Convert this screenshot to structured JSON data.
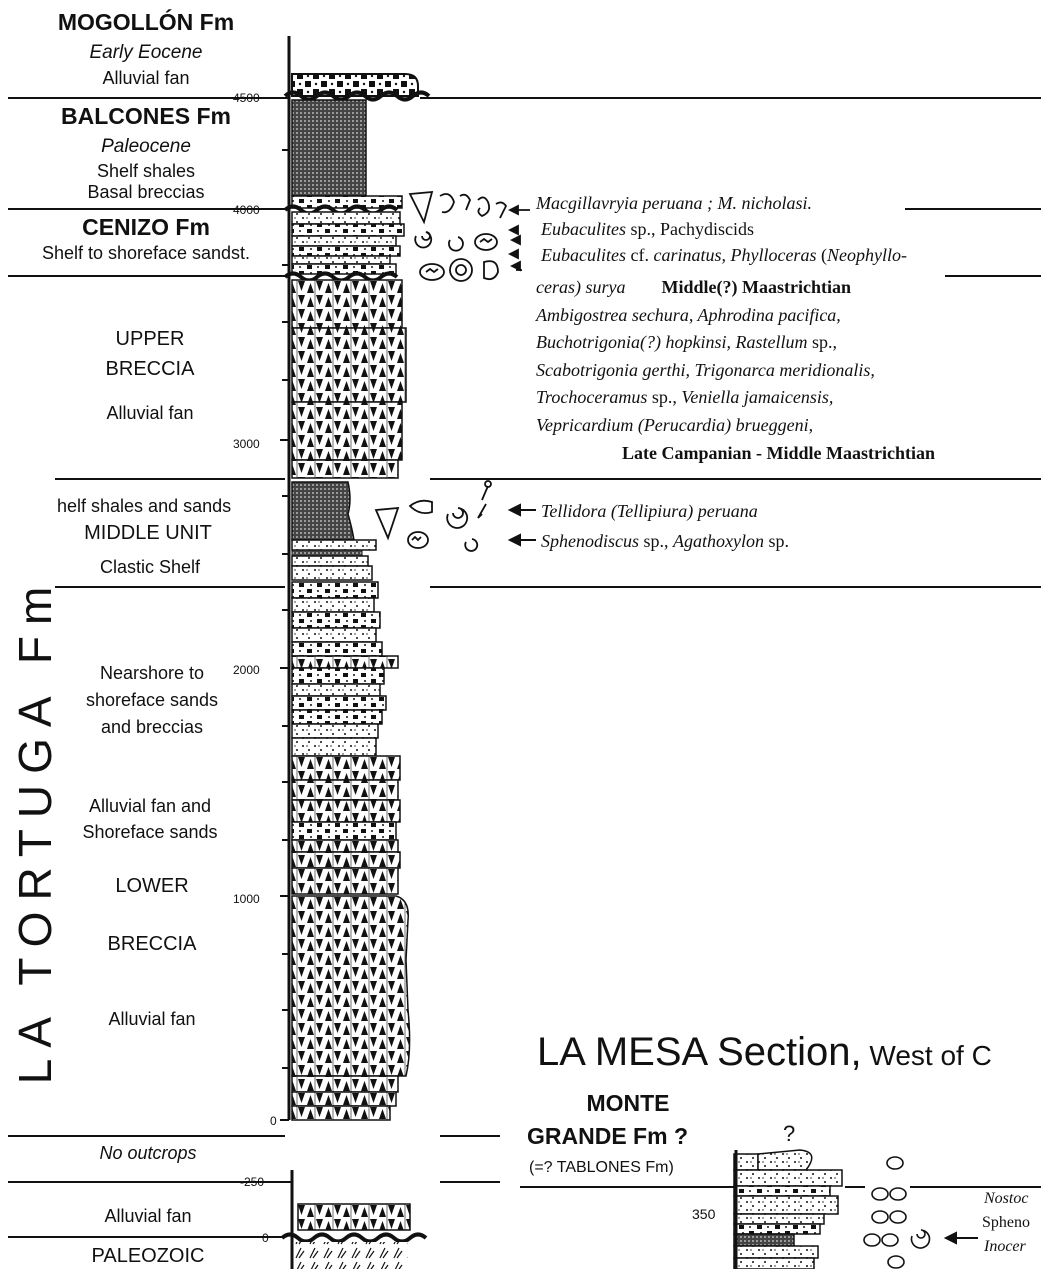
{
  "upper_section": {
    "mogollon": {
      "name": "MOGOLLÓN Fm",
      "age": "Early Eocene",
      "facies": "Alluvial fan"
    },
    "balcones": {
      "name": "BALCONES Fm",
      "age": "Paleocene",
      "facies_1": "Shelf shales",
      "facies_2": "Basal breccias"
    },
    "cenizo": {
      "name": "CENIZO Fm",
      "facies": "Shelf to shoreface sandst."
    },
    "la_tortuga": {
      "name": "LA TORTUGA Fm",
      "upper_breccia": {
        "line_1": "UPPER",
        "line_2": "BRECCIA",
        "facies": "Alluvial fan"
      },
      "middle_unit": {
        "facies_1": "helf shales and sands",
        "name": "MIDDLE UNIT",
        "facies_2": "Clastic Shelf"
      },
      "lower_part": {
        "facies_1a": "Nearshore to",
        "facies_1b": "shoreface sands",
        "facies_1c": "and breccias",
        "facies_2a": "Alluvial fan and",
        "facies_2b": "Shoreface sands",
        "lower_1": "LOWER",
        "lower_2": "BRECCIA",
        "facies_3": "Alluvial fan"
      }
    },
    "no_outcrops": "No outcrops",
    "basal_fan": "Alluvial fan",
    "paleozoic": "PALEOZOIC"
  },
  "scale_labels": {
    "t4500": "4500",
    "t4000": "4000",
    "t3000": "3000",
    "t2000": "2000",
    "t1000": "1000",
    "t0": "0",
    "t250": "-250",
    "t0b": "0"
  },
  "fossil_notes": {
    "cenizo_1": "Macgillavryia  peruana ; M. nicholasi.",
    "cenizo_2a": "Eubaculites",
    "cenizo_2b": " sp., Pachydiscids",
    "cenizo_3a": "Eubaculites",
    "cenizo_3b": " cf. ",
    "cenizo_3c": "carinatus, Phylloceras",
    "cenizo_3d": " (",
    "cenizo_3e": "Neophyllo-",
    "cenizo_4a": "ceras) surya",
    "cenizo_4b": "Middle(?) Maastrichtian",
    "cenizo_5": "Ambigostrea sechura, Aphrodina pacifica,",
    "cenizo_6a": "Buchotrigonia(?) hopkinsi, Rastellum",
    "cenizo_6b": " sp.,",
    "cenizo_7": "Scabotrigonia gerthi, Trigonarca meridionalis,",
    "cenizo_8a": "Trochoceramus",
    "cenizo_8b": " sp., ",
    "cenizo_8c": "Veniella jamaicensis,",
    "cenizo_9": "Vepricardium (Perucardia) brueggeni,",
    "cenizo_age": "Late Campanian - Middle Maastrichtian",
    "middle_1": "Tellidora (Tellipiura) peruana",
    "middle_2a": "Sphenodiscus",
    "middle_2b": " sp., ",
    "middle_2c": "Agathoxylon",
    "middle_2d": " sp."
  },
  "la_mesa": {
    "title": "LA MESA Section,",
    "title_suffix": " West of C",
    "monte_1": "MONTE",
    "monte_2": "GRANDE Fm ?",
    "monte_3": "(=? TABLONES Fm)",
    "question": "?",
    "scale_350": "350",
    "note_1": "Nostoc",
    "note_2": "Spheno",
    "note_3": "Inocer"
  }
}
